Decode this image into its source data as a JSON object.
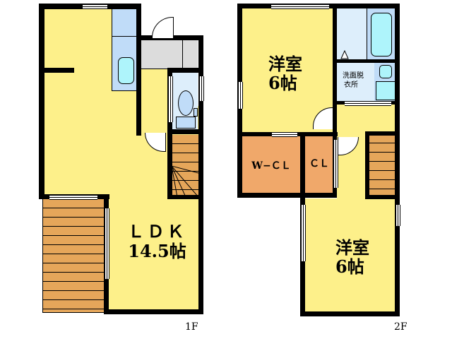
{
  "colors": {
    "room_yellow": "#fdf08a",
    "wood_orange": "#e5a65a",
    "closet_orange": "#f0a86a",
    "wet_blue": "#c0dcf8",
    "light_blue": "#ddeefb",
    "fixture_cyan": "#aef4fb",
    "hall_gray": "#dcdcdc",
    "wall": "#000000"
  },
  "floor1": {
    "label": "1F",
    "rooms": [
      {
        "id": "ldk",
        "name": "ＬＤＫ",
        "size": "14.5帖"
      },
      {
        "id": "kitchen",
        "name": ""
      },
      {
        "id": "entrance",
        "name": ""
      },
      {
        "id": "toilet",
        "name": ""
      },
      {
        "id": "stairs",
        "name": ""
      },
      {
        "id": "deck",
        "name": ""
      }
    ]
  },
  "floor2": {
    "label": "2F",
    "rooms": [
      {
        "id": "western-room-north",
        "name": "洋室",
        "size": "6帖"
      },
      {
        "id": "walk-in-closet",
        "name": "W−ＣＬ"
      },
      {
        "id": "closet",
        "name": "ＣＬ"
      },
      {
        "id": "washroom",
        "name": "洗面脱\n衣所",
        "line1": "洗面脱",
        "line2": "衣所"
      },
      {
        "id": "bathroom",
        "name": ""
      },
      {
        "id": "stairs",
        "name": ""
      },
      {
        "id": "western-room-south",
        "name": "洋室",
        "size": "6帖"
      }
    ]
  }
}
